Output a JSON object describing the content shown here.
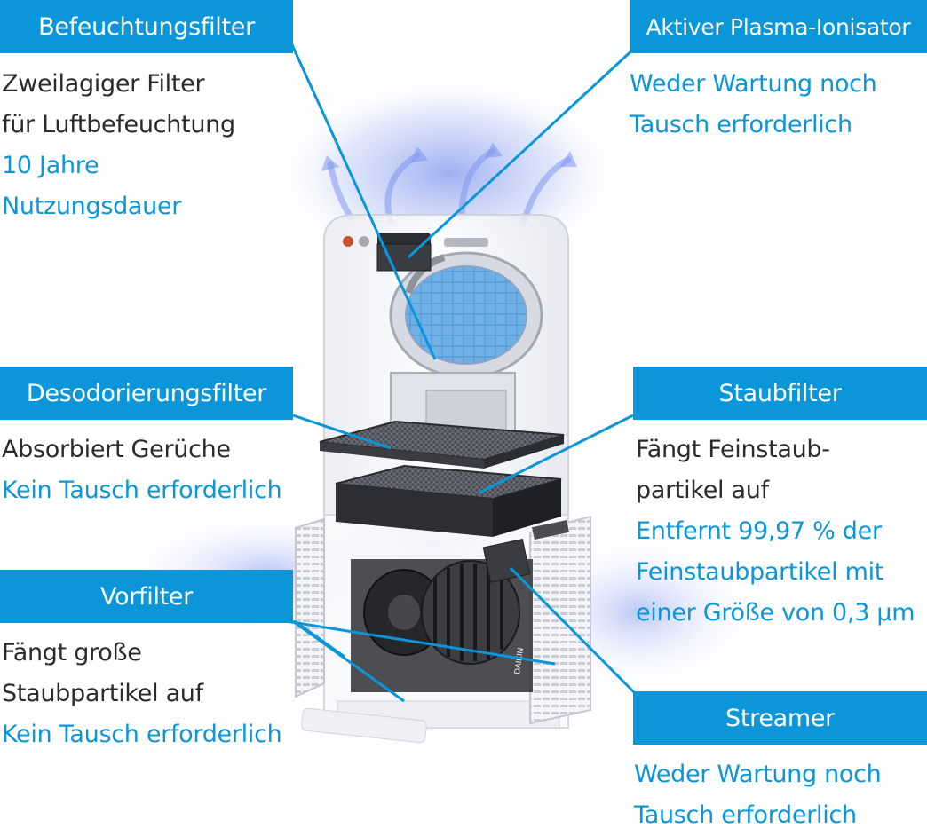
{
  "callouts": {
    "humidifying_filter": {
      "label": "Befeuchtungsfilter",
      "lines": [
        "Zweilagiger Filter",
        "für Luftbefeuchtung"
      ],
      "highlight": [
        "10 Jahre",
        "Nutzungsdauer"
      ]
    },
    "plasma_ionizer": {
      "label": "Aktiver Plasma-Ionisator",
      "lines": [],
      "highlight": [
        "Weder Wartung noch",
        "Tausch erforderlich"
      ]
    },
    "deodorizing_filter": {
      "label": "Desodorierungsfilter",
      "lines": [
        "Absorbiert Gerüche"
      ],
      "highlight": [
        "Kein Tausch erforderlich"
      ]
    },
    "dust_filter": {
      "label": "Staubfilter",
      "lines": [
        "Fängt Feinstaub-",
        "partikel auf"
      ],
      "highlight": [
        "Entfernt 99,97 % der",
        "Feinstaubpartikel mit",
        "einer Größe von 0,3 µm"
      ]
    },
    "pre_filter": {
      "label": "Vorfilter",
      "lines": [
        "Fängt große",
        "Staubpartikel auf"
      ],
      "highlight": [
        "Kein Tausch erforderlich"
      ]
    },
    "streamer": {
      "label": "Streamer",
      "lines": [],
      "highlight": [
        "Weder Wartung noch",
        "Tausch erforderlich"
      ]
    }
  },
  "brand_logo_text": "DAIKIN",
  "colors": {
    "accent": "#0a96d9",
    "text": "#2b2b2b",
    "airflow": "#9fb4f0"
  }
}
